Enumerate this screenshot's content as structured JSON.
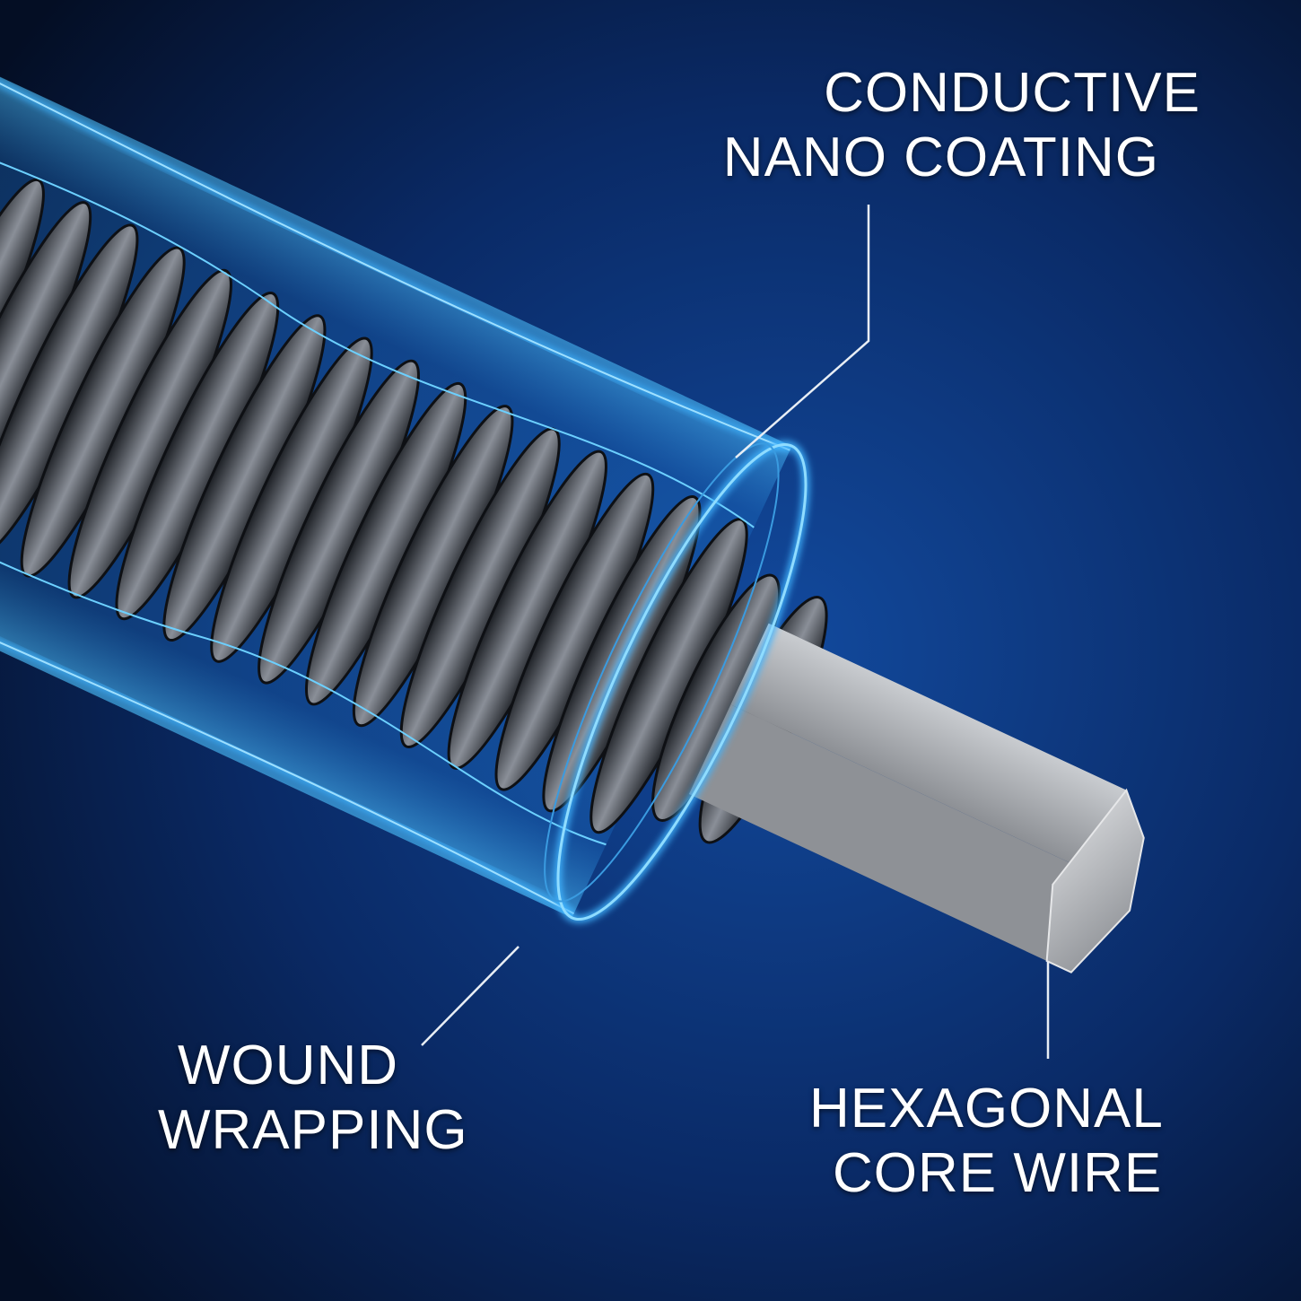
{
  "labels": {
    "coating": {
      "line1": "CONDUCTIVE",
      "line2": "NANO COATING"
    },
    "wrapping": {
      "line1": "WOUND",
      "line2": "WRAPPING"
    },
    "core": {
      "line1": "HEXAGONAL",
      "line2": "CORE WIRE"
    }
  },
  "colors": {
    "background": "#0b2a66",
    "glow": "#2aa8ff",
    "coil": "#2b2f36",
    "core": "#a9acb1"
  }
}
